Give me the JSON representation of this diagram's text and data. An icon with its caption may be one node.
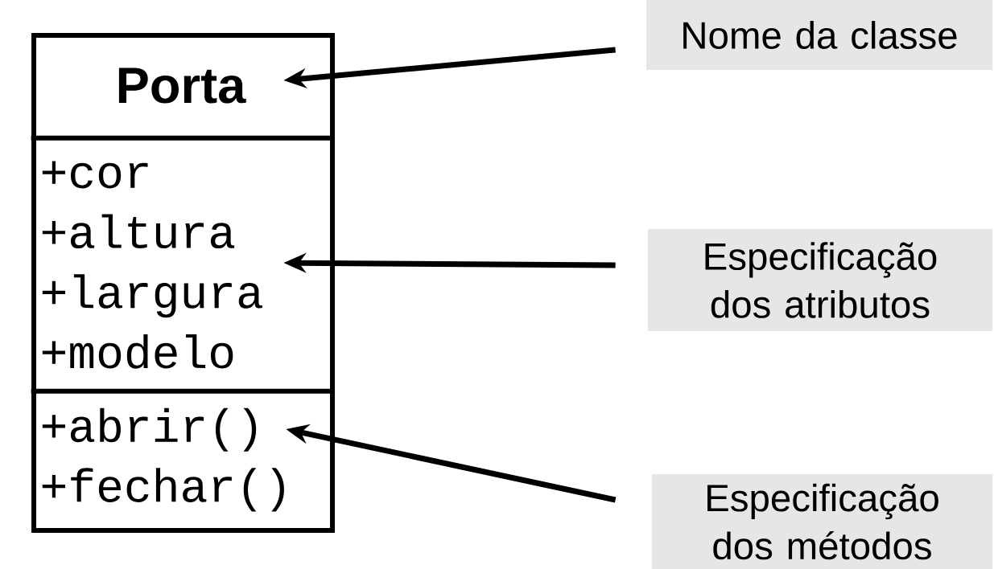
{
  "diagram": {
    "nodes": [
      {
        "text": [],
        "shape": "box"
      },
      {
        "text": [
          "Porta"
        ],
        "in": 0
      },
      {
        "text": [
          "+cor",
          "+altura",
          "+largura",
          "+modelo"
        ],
        "in": 0
      },
      {
        "text": [
          "+abrir()",
          "+fechar()"
        ],
        "in": 0
      },
      {
        "text": [
          "Nome da classe"
        ]
      },
      {
        "text": [
          "Especificação dos atributos"
        ]
      },
      {
        "text": [
          "Especificação dos métodos"
        ]
      }
    ],
    "edges": [
      {
        "from": 4,
        "to": 1,
        "arrow": "to"
      },
      {
        "from": 5,
        "to": 2,
        "arrow": "to"
      },
      {
        "from": 6,
        "to": 3,
        "arrow": "to"
      }
    ]
  }
}
